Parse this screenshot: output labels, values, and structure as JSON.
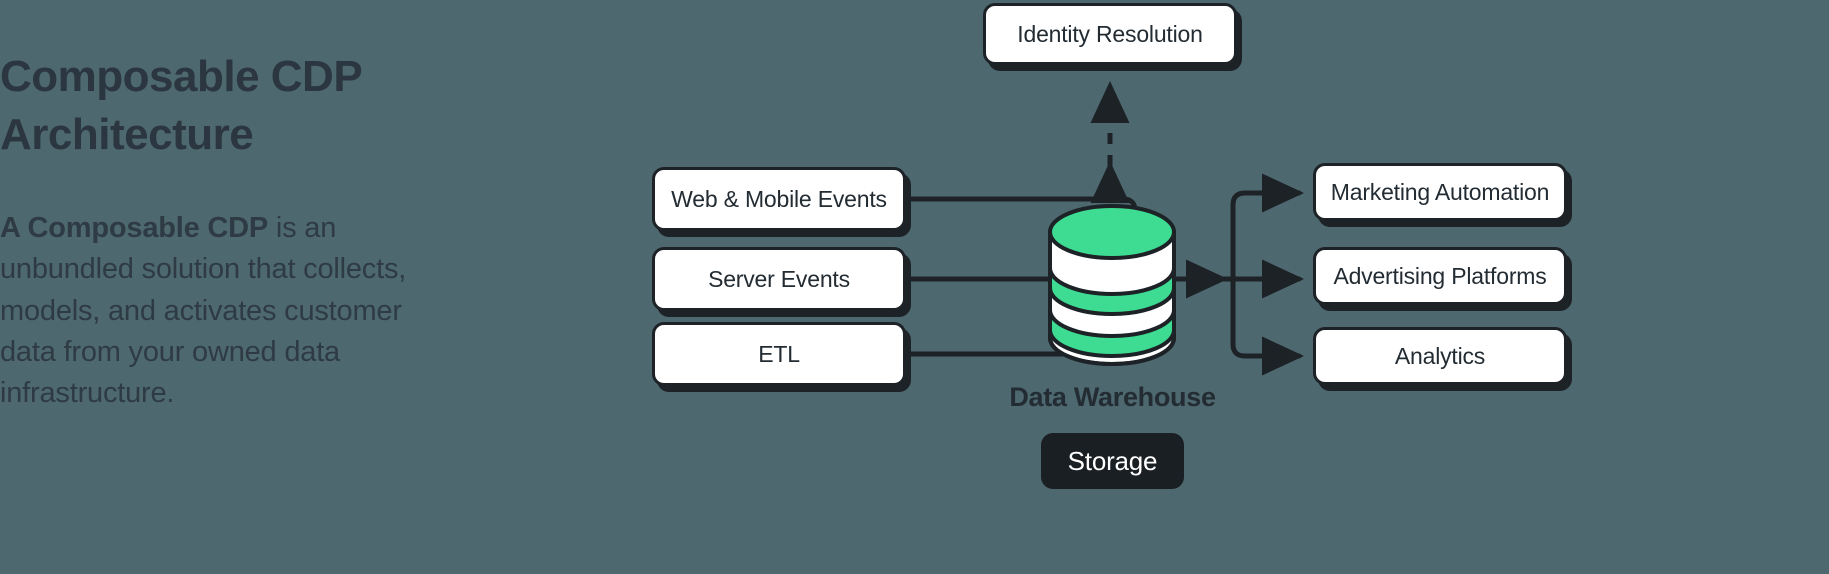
{
  "meta": {
    "background_color": "#4d686f",
    "accent_green": "#3ddc92",
    "ink": "#1d2227",
    "box_fill": "#ffffff"
  },
  "left_panel": {
    "title": "Composable CDP Architecture",
    "paragraph_lead": "A Composable CDP",
    "paragraph_rest": " is an unbundled solution that collects, models, and activates customer data from your owned data infrastructure."
  },
  "diagram": {
    "identity": {
      "label": "Identity Resolution"
    },
    "sources": [
      {
        "label": "Web & Mobile Events"
      },
      {
        "label": "Server Events"
      },
      {
        "label": "ETL"
      }
    ],
    "warehouse": {
      "label": "Data Warehouse",
      "storage_badge": "Storage",
      "icon": "database-cylinder-icon"
    },
    "destinations": [
      {
        "label": "Marketing Automation"
      },
      {
        "label": "Advertising Platforms"
      },
      {
        "label": "Analytics"
      }
    ],
    "connectors": {
      "sources_to_warehouse": "solid-arrow-right",
      "warehouse_to_destinations": "solid-arrow-right",
      "identity_to_warehouse": "dashed-double-arrow-vertical"
    }
  }
}
